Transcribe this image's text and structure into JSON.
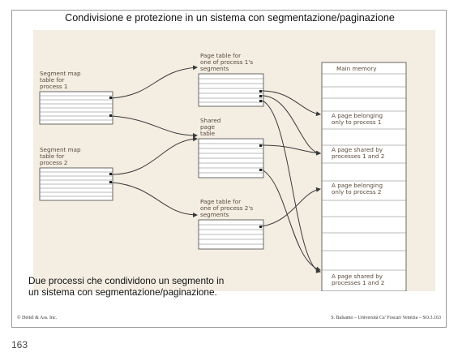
{
  "slide": {
    "title": "Condivisione e protezione in un sistema con segmentazione/paginazione",
    "caption_line1": "Due processi che condividono un segmento in",
    "caption_line2": "un sistema con segmentazione/paginazione.",
    "copyright_left": "© Deitel & Ass. Inc.",
    "copyright_right": "S. Balsamo – Università Ca' Foscari Venezia – SO.3.163",
    "page_number": "163"
  },
  "diagram": {
    "segment_map_1": [
      "Segment map",
      "table for",
      "process 1"
    ],
    "segment_map_2": [
      "Segment map",
      "table for",
      "process 2"
    ],
    "page_table_1": [
      "Page table for",
      "one of process 1's",
      "segments"
    ],
    "shared_page_table": [
      "Shared",
      "page",
      "table"
    ],
    "page_table_2": [
      "Page table for",
      "one of process 2's",
      "segments"
    ],
    "main_memory": "Main memory",
    "memory_pages": [
      [
        "A page belonging",
        "only to process 1"
      ],
      [
        "A page shared by",
        "processes 1 and 2"
      ],
      [
        "A page belonging",
        "only to process 2"
      ],
      [
        "A page shared by",
        "processes 1 and 2"
      ]
    ]
  }
}
